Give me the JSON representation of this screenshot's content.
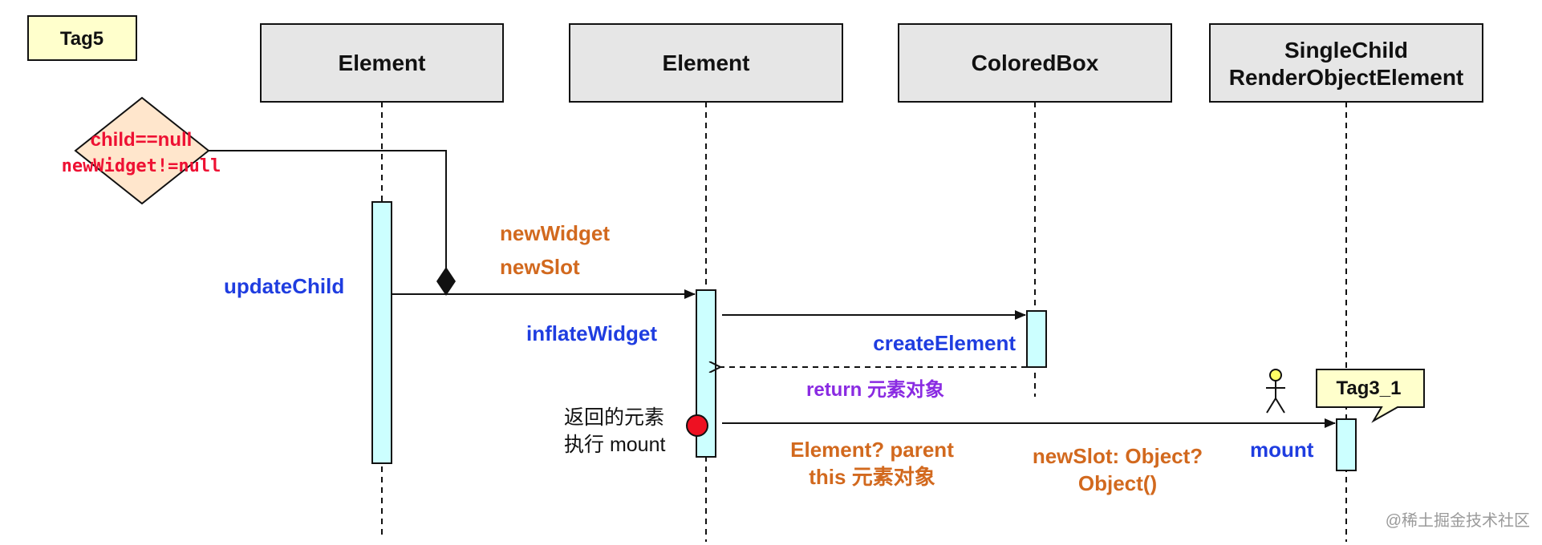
{
  "tags": {
    "tag5": "Tag5",
    "tag3_1": "Tag3_1"
  },
  "participants": [
    {
      "label": "Element"
    },
    {
      "label": "Element"
    },
    {
      "label": "ColoredBox"
    },
    {
      "label": "SingleChild",
      "label2": "RenderObjectElement"
    }
  ],
  "condition": {
    "line1": "child==null",
    "line2": "newWidget!=null"
  },
  "messages": {
    "update_child": "updateChild",
    "new_widget": "newWidget",
    "new_slot": "newSlot",
    "inflate_widget": "inflateWidget",
    "create_element": "createElement",
    "return_label": "return  元素对象",
    "note_line1": "返回的元素",
    "note_line2": "执行 mount",
    "param_parent_1": "Element? parent",
    "param_parent_2": "this 元素对象",
    "param_slot_1": "newSlot: Object?",
    "param_slot_2": "Object()",
    "mount": "mount"
  },
  "watermark": "@稀土掘金技术社区",
  "colors": {
    "participant_fill": "#e6e6e6",
    "activation_fill": "#ccffff",
    "tag_fill": "#ffffcc",
    "condition_fill": "#ffe6cc",
    "method_blue": "#1f3de0",
    "param_orange": "#d2691e",
    "return_purple": "#8a2be2",
    "condition_red": "#ee1133",
    "mount_dot": "#ee1122"
  }
}
